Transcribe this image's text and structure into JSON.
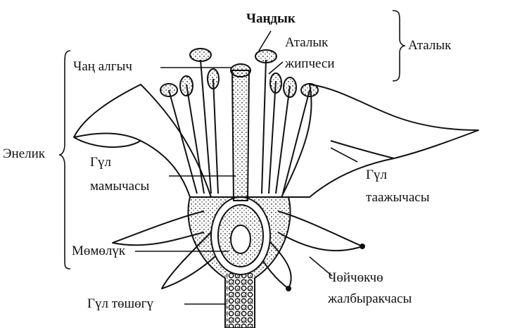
{
  "labels": {
    "anther": "Чаңдык",
    "filament_1": "Аталык",
    "filament_2": "жипчеси",
    "stamen": "Аталык",
    "stigma": "Чаң алгыч",
    "pistil": "Энелик",
    "style_1": "Гүл",
    "style_2": "мамычасы",
    "corolla_1": "Гүл",
    "corolla_2": "таажычасы",
    "ovary": "Мөмөлүк",
    "sepal_1": "Чөйчөкчө",
    "sepal_2": "жалбыракчасы",
    "receptacle": "Гүл төшөгү"
  }
}
